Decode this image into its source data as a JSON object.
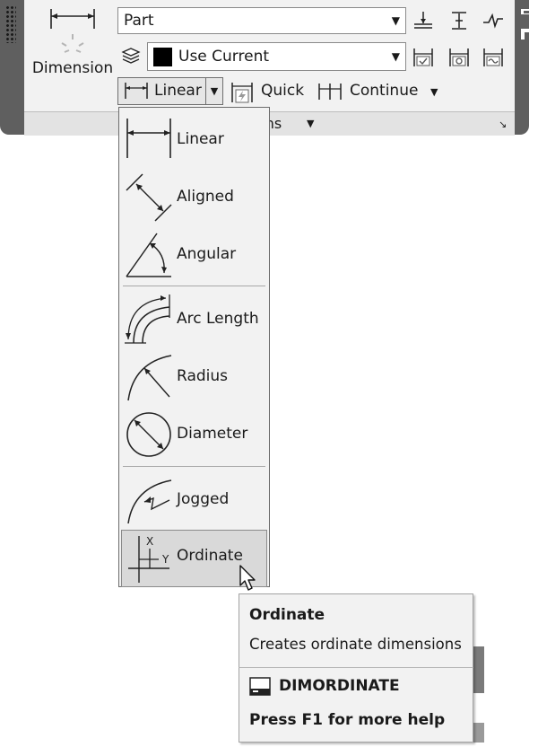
{
  "ribbon": {
    "panel_title": "Dimension",
    "dimstyle_combo": {
      "value": "Part"
    },
    "layer_combo": {
      "value": "Use Current",
      "swatch_color": "#000000"
    },
    "linear_split_label": "Linear",
    "quick_label": "Quick",
    "continue_label": "Continue",
    "footer_label": "ons"
  },
  "dropdown": {
    "items": [
      {
        "label": "Linear",
        "icon": "linear-dim-icon"
      },
      {
        "label": "Aligned",
        "icon": "aligned-dim-icon"
      },
      {
        "label": "Angular",
        "icon": "angular-dim-icon"
      },
      {
        "label": "Arc Length",
        "icon": "arc-length-icon"
      },
      {
        "label": "Radius",
        "icon": "radius-icon"
      },
      {
        "label": "Diameter",
        "icon": "diameter-icon"
      },
      {
        "label": "Jogged",
        "icon": "jogged-icon"
      },
      {
        "label": "Ordinate",
        "icon": "ordinate-icon",
        "x_letter": "X",
        "y_letter": "Y",
        "hovered": true
      }
    ]
  },
  "tooltip": {
    "title": "Ordinate",
    "description": "Creates ordinate dimensions",
    "command": "DIMORDINATE",
    "help": "Press F1 for more help"
  },
  "colors": {
    "panel_dark": "#5f5f5f",
    "panel_light": "#f2f2f2",
    "hover": "#d9d9d9"
  }
}
